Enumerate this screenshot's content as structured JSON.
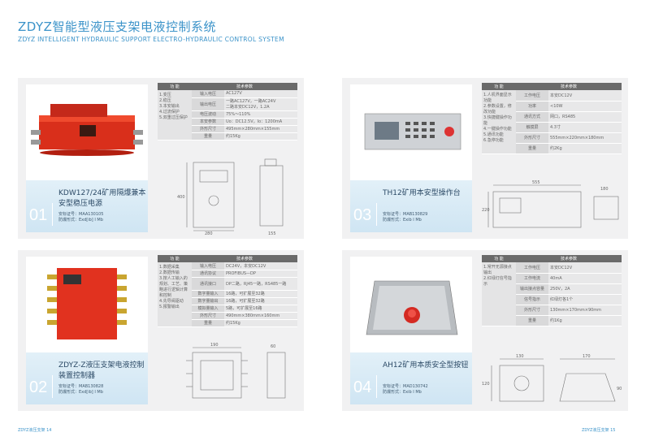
{
  "header": {
    "title_cn": "ZDYZ智能型液压支架电液控制系统",
    "title_en": "ZDYZ INTELLIGENT HYDRAULIC SUPPORT ELECTRO-HYDRAULIC CONTROL SYSTEM"
  },
  "spec_headers": {
    "func": "功 能",
    "param": "技术参数"
  },
  "products": [
    {
      "num": "01",
      "name": "KDW127/24矿用隔爆兼本安型稳压电源",
      "cert": "安标证号：MAA130105",
      "explosion": "防爆形式：Exd[ib] I Mb",
      "functions": "1.变压\n2.稳压\n3.本安输出\n4.过流保护\n5.双重过压保护",
      "specs": [
        {
          "k": "输入电压",
          "v": "AC127V"
        },
        {
          "k": "输出电压",
          "v": "一路AC127V，一路AC24V\n二路本安DC12V，1.2A"
        },
        {
          "k": "电压波动",
          "v": "75%～110%"
        },
        {
          "k": "本安参数",
          "v": "Uo：DC12.5V，Io：1200mA"
        },
        {
          "k": "外形尺寸",
          "v": "495mm×280mm×155mm"
        },
        {
          "k": "重量",
          "v": "约15Kg"
        }
      ],
      "dims": [
        "280",
        "280",
        "155",
        "400"
      ]
    },
    {
      "num": "02",
      "name": "ZDYZ-Z液压支架电液控制装置控制器",
      "cert": "安标证号：MAB130828",
      "explosion": "防爆形式：Exd[ib] I Mb",
      "functions": "1.数据采集\n2.数据传输\n3.按人工输入的规划、工艺、策略进行逻辑计算和控制\n4.先导阀驱动\n5.报警输出",
      "specs": [
        {
          "k": "输入电压",
          "v": "DC24V，本安DC12V"
        },
        {
          "k": "通讯协议",
          "v": "PROFIBUS—DP"
        },
        {
          "k": "通讯接口",
          "v": "DP二路，RJ45一路，RS485一路"
        },
        {
          "k": "数字量输入",
          "v": "16路，可扩展至32路"
        },
        {
          "k": "数字量输出",
          "v": "16路，可扩展至32路"
        },
        {
          "k": "模拟量输入",
          "v": "5路，可扩展至16路"
        },
        {
          "k": "外形尺寸",
          "v": "490mm×380mm×160mm"
        },
        {
          "k": "重量",
          "v": "约15Kg"
        }
      ],
      "dims": [
        "190",
        "190",
        "60"
      ]
    },
    {
      "num": "03",
      "name": "TH12矿用本安型操作台",
      "cert": "安标证号：MAB130829",
      "explosion": "防爆形式：Exib I Mb",
      "functions": "1.人机界面显示功能\n2.参数设置，修改功能\n3.快捷键操作功能\n4.一键操作功能\n5.通讯功能\n6.急停功能",
      "specs": [
        {
          "k": "工作电压",
          "v": "本安DC12V"
        },
        {
          "k": "功率",
          "v": "<10W"
        },
        {
          "k": "通讯方式",
          "v": "网口，RS485"
        },
        {
          "k": "触摸屏",
          "v": "4.3寸"
        },
        {
          "k": "外形尺寸",
          "v": "555mm×220mm×180mm"
        },
        {
          "k": "重量",
          "v": "约2Kg"
        }
      ],
      "dims": [
        "555",
        "220",
        "180"
      ]
    },
    {
      "num": "04",
      "name": "AH12矿用本质安全型按钮",
      "cert": "安标证号：MAD130742",
      "explosion": "防爆形式：Exib I Mb",
      "functions": "1.常开无源接点输出\n2.红绿灯信号指示",
      "specs": [
        {
          "k": "工作电压",
          "v": "本安DC12V"
        },
        {
          "k": "工作电流",
          "v": "40mA"
        },
        {
          "k": "输出接点容量",
          "v": "250V，2A"
        },
        {
          "k": "信号指示",
          "v": "红绿灯各1个"
        },
        {
          "k": "外形尺寸",
          "v": "130mm×170mm×90mm"
        },
        {
          "k": "重量",
          "v": "约1Kg"
        }
      ],
      "dims": [
        "130",
        "170",
        "120",
        "90"
      ]
    }
  ],
  "footer": {
    "left": "ZDYZ液压支架 14",
    "right": "ZDYZ液压支架 15"
  },
  "colors": {
    "accent": "#3b93c9",
    "enclosure_red": "#e0301e",
    "table_header": "#6a6a6a"
  }
}
